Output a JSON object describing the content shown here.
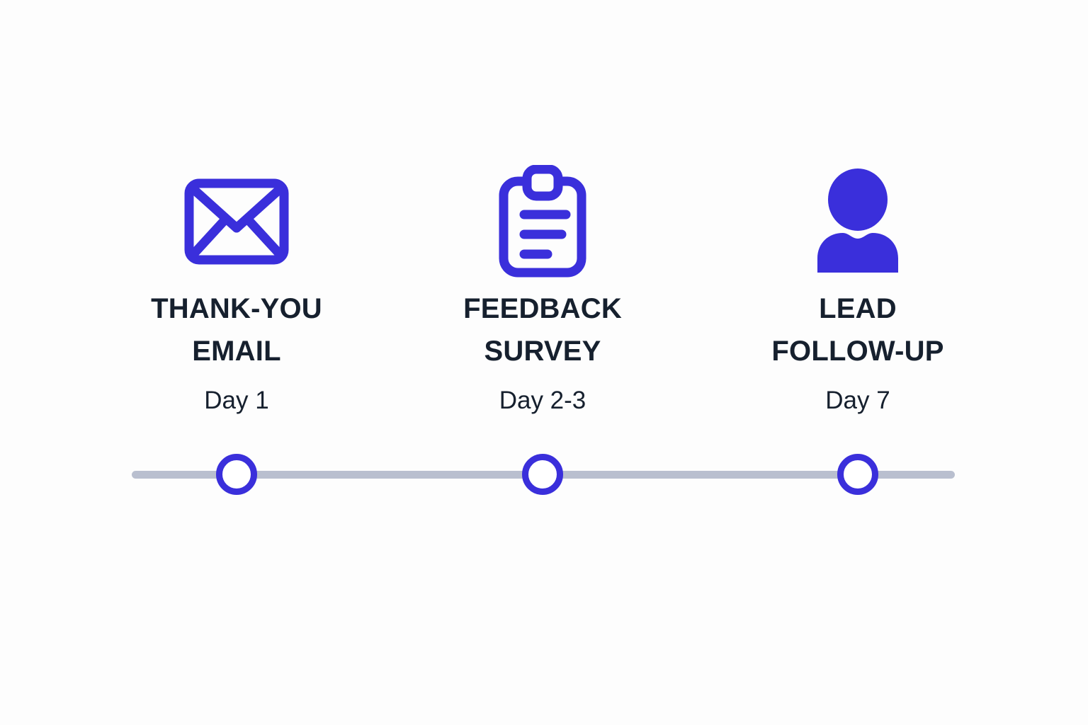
{
  "theme": {
    "background": "#fdfdfd",
    "accent_blue": "#3a2fdb",
    "text_navy": "#16202e",
    "track_gray": "#b9bfcf",
    "node_fill": "#ffffff"
  },
  "timeline": {
    "track_label": "timeline-track",
    "steps": [
      {
        "icon": "envelope-icon",
        "title": "THANK-YOU\nEMAIL",
        "subtitle": "Day 1",
        "node": "timeline-node-1"
      },
      {
        "icon": "clipboard-icon",
        "title": "FEEDBACK\nSURVEY",
        "subtitle": "Day 2-3",
        "node": "timeline-node-2"
      },
      {
        "icon": "person-icon",
        "title": "LEAD\nFOLLOW-UP",
        "subtitle": "Day 7",
        "node": "timeline-node-3"
      }
    ]
  }
}
